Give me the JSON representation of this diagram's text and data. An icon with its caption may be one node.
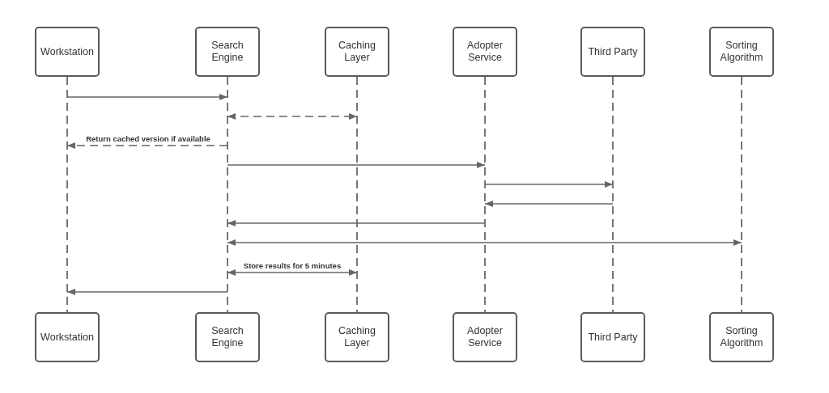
{
  "diagram": {
    "nodes": [
      {
        "text": [
          "Workstation"
        ]
      },
      {
        "text": [
          "Search Engine"
        ]
      },
      {
        "text": [
          "Caching Layer"
        ]
      },
      {
        "text": [
          "Adopter Service"
        ]
      },
      {
        "text": [
          "Third Party"
        ]
      },
      {
        "text": [
          "Sorting Algorithm"
        ]
      },
      {
        "text": [],
        "shape": "line"
      },
      {
        "text": [],
        "shape": "line"
      },
      {
        "text": [],
        "shape": "line"
      },
      {
        "text": [],
        "shape": "line"
      },
      {
        "text": [],
        "shape": "line"
      },
      {
        "text": [],
        "shape": "line"
      },
      {
        "text": [
          "Workstation"
        ]
      },
      {
        "text": [
          "Search Engine"
        ]
      },
      {
        "text": [
          "Caching Layer"
        ]
      },
      {
        "text": [
          "Adopter Service"
        ]
      },
      {
        "text": [
          "Third Party"
        ]
      },
      {
        "text": [
          "Sorting Algorithm"
        ]
      }
    ],
    "edges": [
      {
        "from": 6,
        "to": 7,
        "arrow": "to"
      },
      {
        "from": 7,
        "to": 8,
        "arrow": "both",
        "style": "dashed"
      },
      {
        "from": 7,
        "to": 6,
        "arrow": "to",
        "style": "dashed",
        "label": "Return cached version if available"
      },
      {
        "from": 7,
        "to": 9,
        "arrow": "to"
      },
      {
        "from": 9,
        "to": 10,
        "arrow": "to"
      },
      {
        "from": 10,
        "to": 9,
        "arrow": "to"
      },
      {
        "from": 9,
        "to": 7,
        "arrow": "to"
      },
      {
        "from": 7,
        "to": 11,
        "arrow": "both"
      },
      {
        "from": 7,
        "to": 8,
        "arrow": "both",
        "label": "Store results for 5 minutes"
      },
      {
        "from": 7,
        "to": 6,
        "arrow": "to"
      }
    ]
  }
}
